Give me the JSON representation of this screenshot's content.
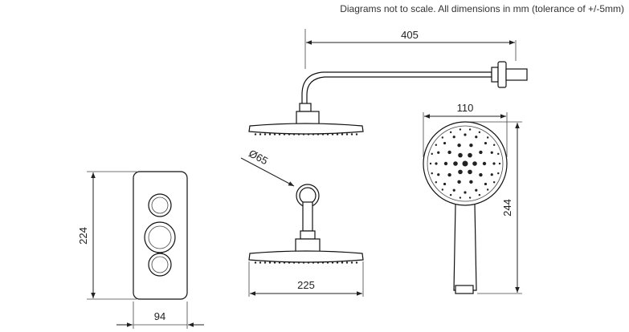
{
  "note": "Diagrams not to scale. All dimensions in mm (tolerance of +/-5mm)",
  "dimensions": {
    "arm_length": "405",
    "handset_width": "110",
    "handset_height": "244",
    "wall_flange_diameter": "Ø65",
    "plate_height": "224",
    "head_width": "225",
    "plate_width": "94"
  },
  "colors": {
    "line": "#222222",
    "background": "#ffffff"
  }
}
